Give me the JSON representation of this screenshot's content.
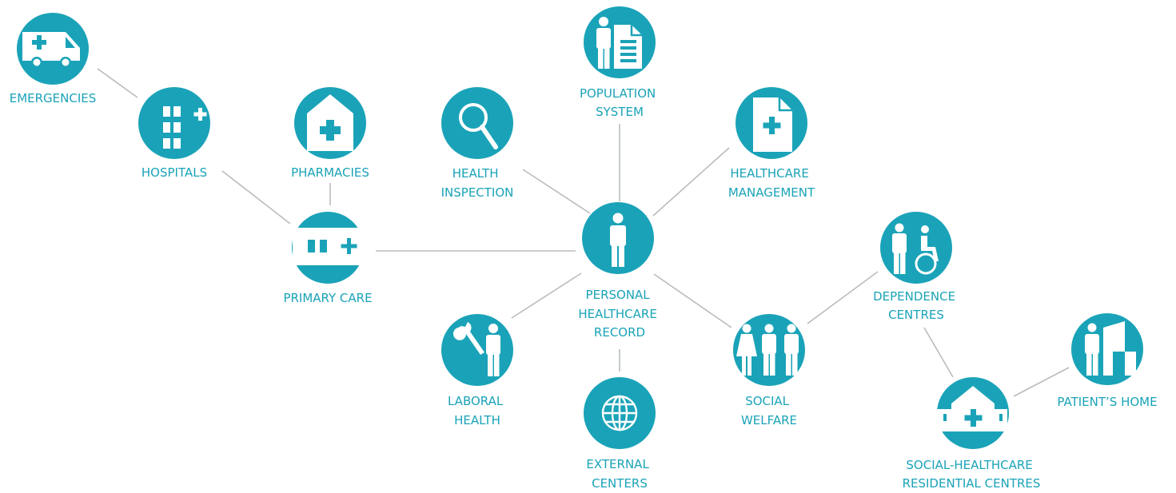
{
  "colors": {
    "accent": "#1aa3b8",
    "edge": "#b8bcbf",
    "background": "#ffffff"
  },
  "nodes": {
    "emergencies": {
      "label": [
        "EMERGENCIES"
      ],
      "icon": "ambulance-icon"
    },
    "hospitals": {
      "label": [
        "HOSPITALS"
      ],
      "icon": "hospital-building-icon"
    },
    "pharmacies": {
      "label": [
        "PHARMACIES"
      ],
      "icon": "pharmacy-house-icon"
    },
    "primary_care": {
      "label": [
        "PRIMARY CARE"
      ],
      "icon": "clinic-icon"
    },
    "health_inspection": {
      "label": [
        "HEALTH",
        "INSPECTION"
      ],
      "icon": "magnifier-icon"
    },
    "population_system": {
      "label": [
        "POPULATION",
        "SYSTEM"
      ],
      "icon": "person-document-icon"
    },
    "healthcare_management": {
      "label": [
        "HEALTHCARE",
        "MANAGEMENT"
      ],
      "icon": "medical-document-icon"
    },
    "personal_healthcare_record": {
      "label": [
        "PERSONAL",
        "HEALTHCARE",
        "RECORD"
      ],
      "icon": "person-icon"
    },
    "laboral_health": {
      "label": [
        "LABORAL",
        "HEALTH"
      ],
      "icon": "worker-wrench-icon"
    },
    "external_centers": {
      "label": [
        "EXTERNAL",
        "CENTERS"
      ],
      "icon": "globe-icon"
    },
    "social_welfare": {
      "label": [
        "SOCIAL",
        "WELFARE"
      ],
      "icon": "family-icon"
    },
    "dependence_centres": {
      "label": [
        "DEPENDENCE",
        "CENTRES"
      ],
      "icon": "person-wheelchair-icon"
    },
    "residential_centres": {
      "label": [
        "SOCIAL-HEALTHCARE",
        "RESIDENTIAL CENTRES"
      ],
      "icon": "residence-icon"
    },
    "patients_home": {
      "label": [
        "PATIENT’S HOME"
      ],
      "icon": "person-home-icon"
    }
  }
}
